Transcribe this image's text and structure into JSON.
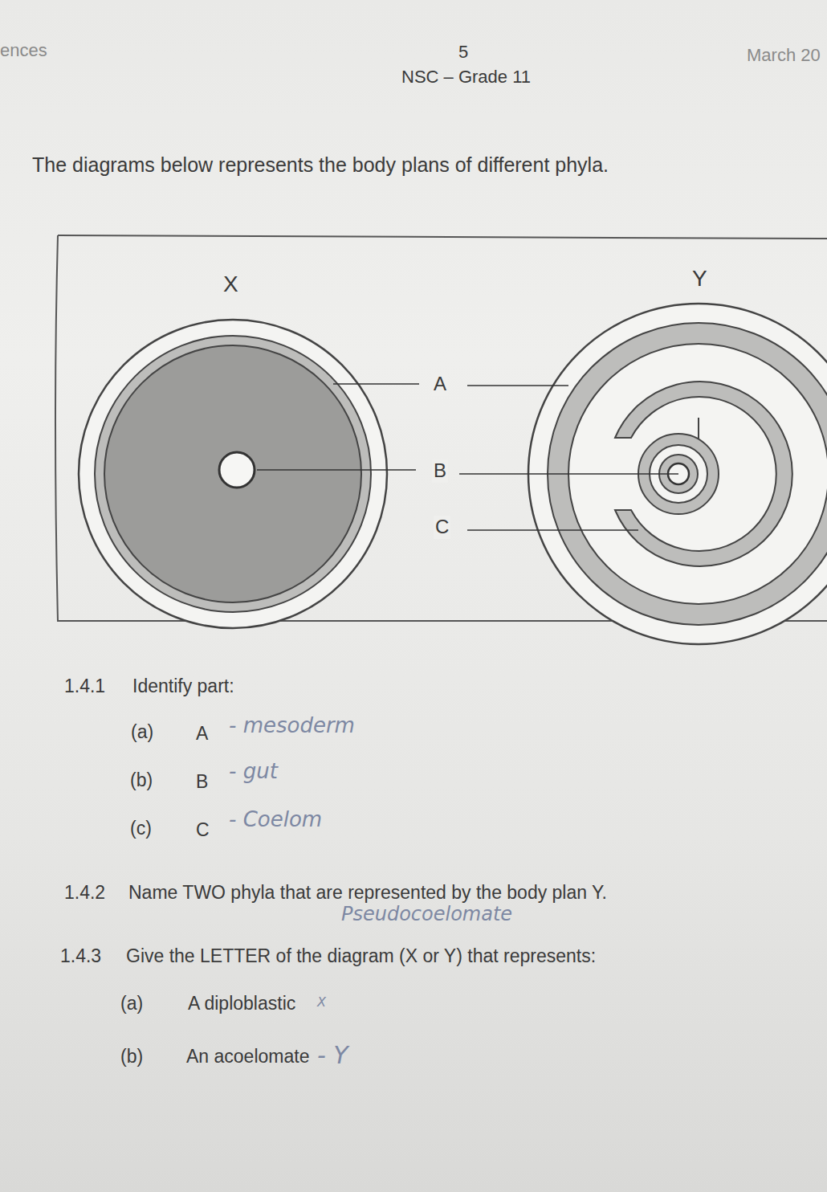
{
  "diagram": {
    "nodes": [
      {
        "text": [
          "X"
        ]
      },
      {
        "text": [
          "Y"
        ]
      }
    ],
    "labels": [
      "ences",
      "5",
      "March 20",
      "NSC – Grade 11",
      "The diagrams below represents the body plans of different phyla.",
      "A",
      "B",
      "C",
      "1.4.1",
      "Identify part:",
      "(a)",
      "A",
      "- mesoderm",
      "(b)",
      "B",
      "- gut",
      "(c)",
      "C",
      "- Coelom",
      "1.4.2",
      "Name TWO phyla that are represented by the body plan Y.",
      "Pseudocoelomate",
      "1.4.3",
      "Give the LETTER of the diagram (X or Y) that represents:",
      "(a)",
      "A diploblastic",
      "X",
      "(b)",
      "An acoelomate",
      "- Y"
    ]
  }
}
